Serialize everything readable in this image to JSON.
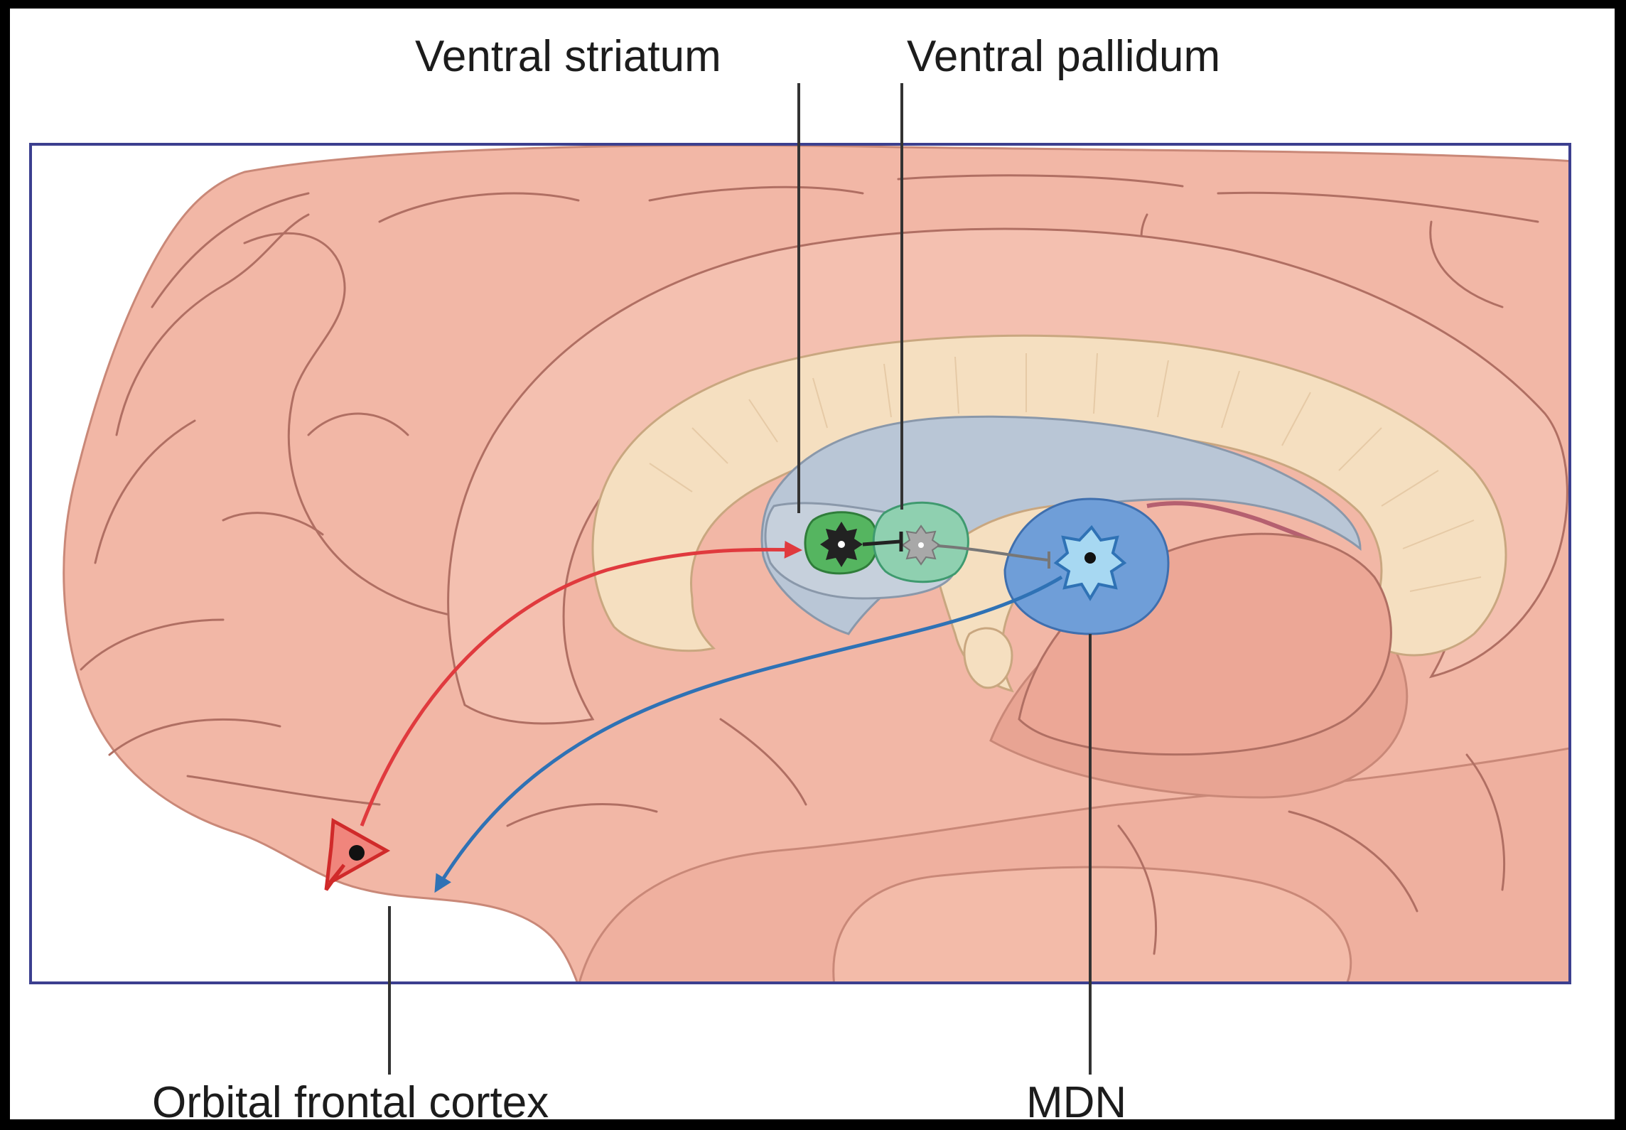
{
  "labels": {
    "ventral_striatum": "Ventral striatum",
    "ventral_pallidum": "Ventral pallidum",
    "orbital_frontal_cortex": "Orbital frontal cortex",
    "mdn": "MDN"
  },
  "colors": {
    "background_outer": "#000000",
    "figure_bg": "#ffffff",
    "frame": "#3c3f8f",
    "cortex": "#f2b7a6",
    "cortex_dark": "#e59b88",
    "sulcus": "#b06f63",
    "corpus_callosum": "#f5dfc0",
    "ventricle": "#b9c6d6",
    "thalamus_nucleus": "#6f9ed8",
    "neuron_striatum": "#55b560",
    "neuron_pallidum": "#8fd0b0",
    "projection_red": "#e03a3e",
    "projection_blue": "#2f72b5"
  }
}
